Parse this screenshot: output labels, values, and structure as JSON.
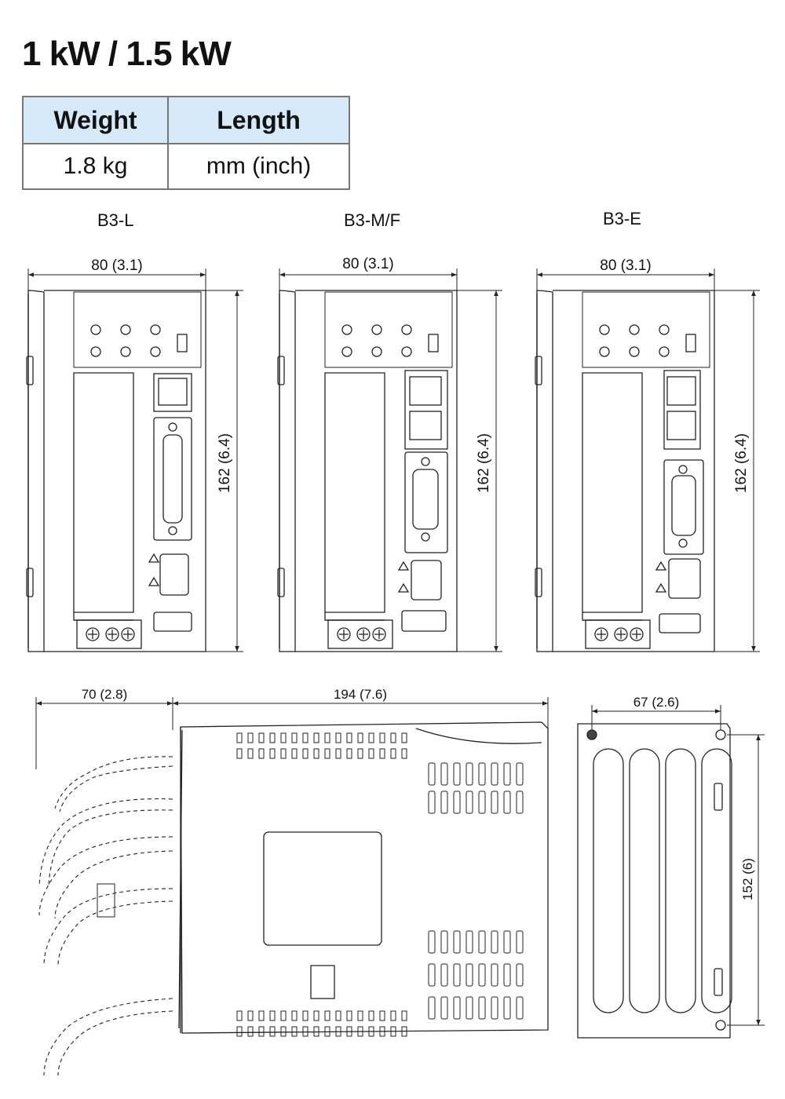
{
  "title": "1 kW / 1.5 kW",
  "spec": {
    "headers": [
      "Weight",
      "Length"
    ],
    "values": [
      "1.8 kg",
      "mm (inch)"
    ]
  },
  "variants": [
    "B3-L",
    "B3-M/F",
    "B3-E"
  ],
  "dims": {
    "front_width": "80 (3.1)",
    "front_height": "162 (6.4)",
    "side_cable": "70 (2.8)",
    "side_depth": "194 (7.6)",
    "rear_width": "67 (2.6)",
    "rear_height": "152 (6)"
  }
}
